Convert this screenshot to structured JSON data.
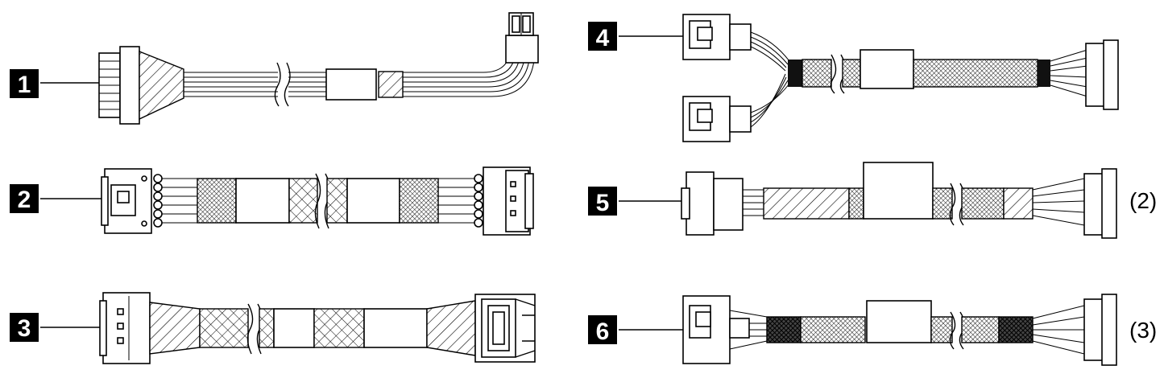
{
  "cables": [
    {
      "callout": "1"
    },
    {
      "callout": "2"
    },
    {
      "callout": "3"
    },
    {
      "callout": "4"
    },
    {
      "callout": "5",
      "quantity": "(2)"
    },
    {
      "callout": "6",
      "quantity": "(3)"
    }
  ]
}
